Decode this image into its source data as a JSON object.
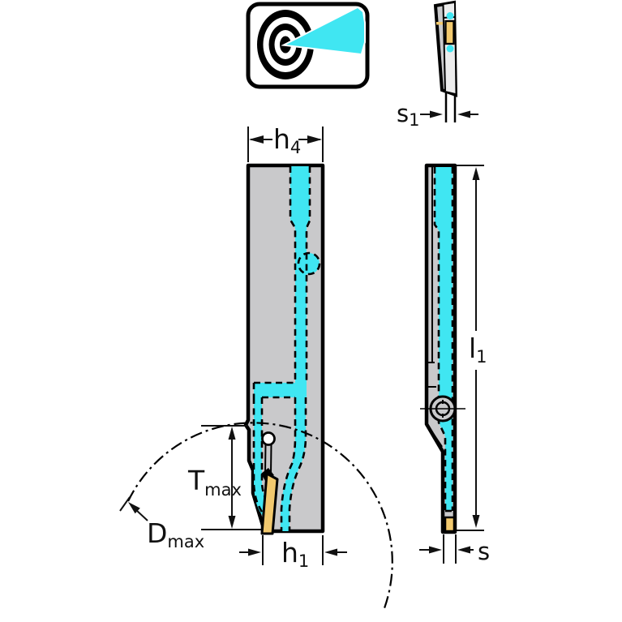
{
  "icon": {
    "name": "precision-coolant-target-icon"
  },
  "dimensions": {
    "h4": {
      "base": "h",
      "sub": "4"
    },
    "s1": {
      "base": "s",
      "sub": "1"
    },
    "l1": {
      "base": "l",
      "sub": "1"
    },
    "tmax": {
      "base": "T",
      "sub": "max"
    },
    "dmax": {
      "base": "D",
      "sub": "max"
    },
    "h1": {
      "base": "h",
      "sub": "1"
    },
    "s": {
      "base": "s",
      "sub": ""
    }
  },
  "colors": {
    "body_gray": "#C9C9CB",
    "light_gray": "#EDEDED",
    "coolant_cyan": "#40E6F2",
    "insert_gold": "#F2C96E",
    "outline_black": "#000000",
    "background": "#FFFFFF"
  }
}
